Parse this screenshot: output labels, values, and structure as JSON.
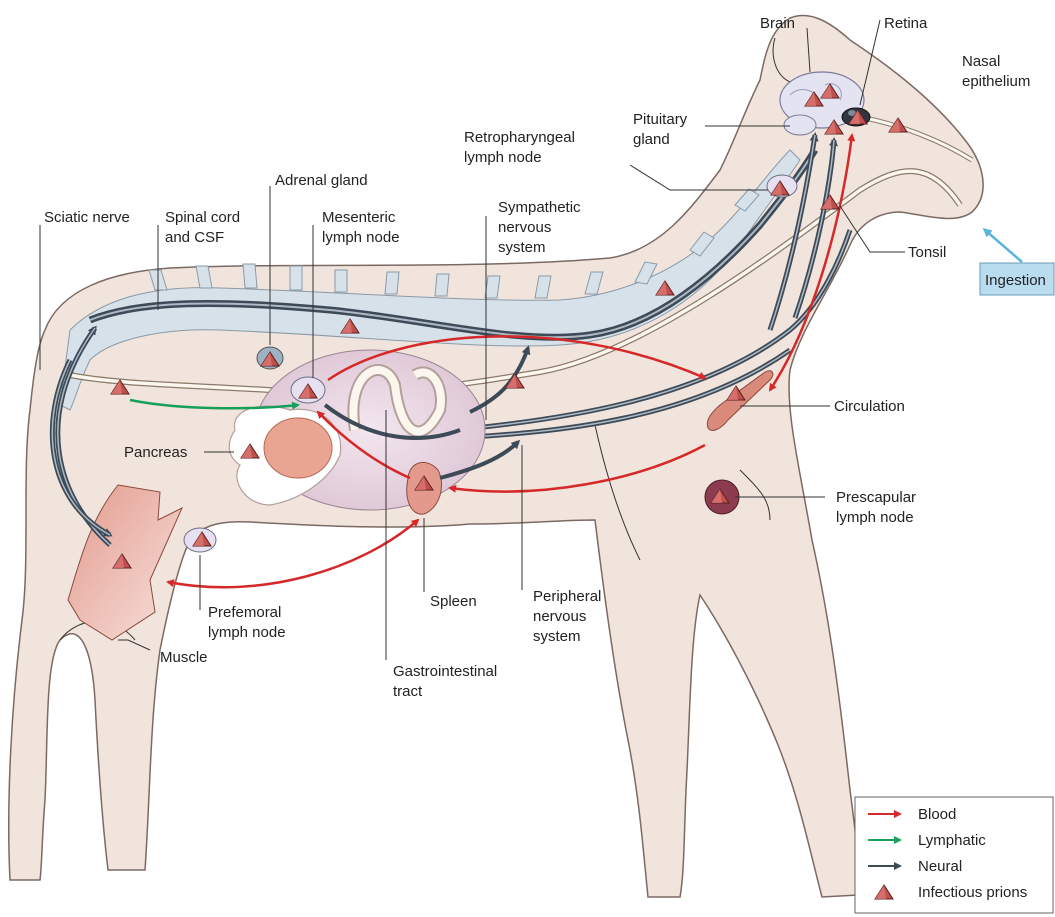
{
  "labels": {
    "brain": "Brain",
    "retina": "Retina",
    "nasal1": "Nasal",
    "nasal2": "epithelium",
    "pituitary1": "Pituitary",
    "pituitary2": "gland",
    "retro1": "Retropharyngeal",
    "retro2": "lymph node",
    "adrenal": "Adrenal gland",
    "sciatic": "Sciatic nerve",
    "spinal1": "Spinal cord",
    "spinal2": "and CSF",
    "mesenteric1": "Mesenteric",
    "mesenteric2": "lymph node",
    "sympathetic1": "Sympathetic",
    "sympathetic2": "nervous",
    "sympathetic3": "system",
    "tonsil": "Tonsil",
    "ingestion": "Ingestion",
    "circulation": "Circulation",
    "pancreas": "Pancreas",
    "prescapular1": "Prescapular",
    "prescapular2": "lymph node",
    "prefemoral1": "Prefemoral",
    "prefemoral2": "lymph node",
    "spleen": "Spleen",
    "peripheral1": "Peripheral",
    "peripheral2": "nervous",
    "peripheral3": "system",
    "muscle": "Muscle",
    "gi1": "Gastrointestinal",
    "gi2": "tract"
  },
  "legend": {
    "items": [
      {
        "label": "Blood",
        "color": "#d62828",
        "kind": "arrow"
      },
      {
        "label": "Lymphatic",
        "color": "#16a05a",
        "kind": "arrow"
      },
      {
        "label": "Neural",
        "color": "#3d4a57",
        "kind": "arrow"
      },
      {
        "label": "Infectious prions",
        "color": "#c0504d",
        "kind": "prion"
      }
    ]
  },
  "colors": {
    "body": "#f1e4dc",
    "body_stroke": "#7a6a63",
    "spine": "#d7e1ea",
    "blood": "#d62828",
    "lymph": "#16a05a",
    "neural": "#3d4a57",
    "ingestion": "#5ab4dc",
    "prion": "#c0504d"
  }
}
